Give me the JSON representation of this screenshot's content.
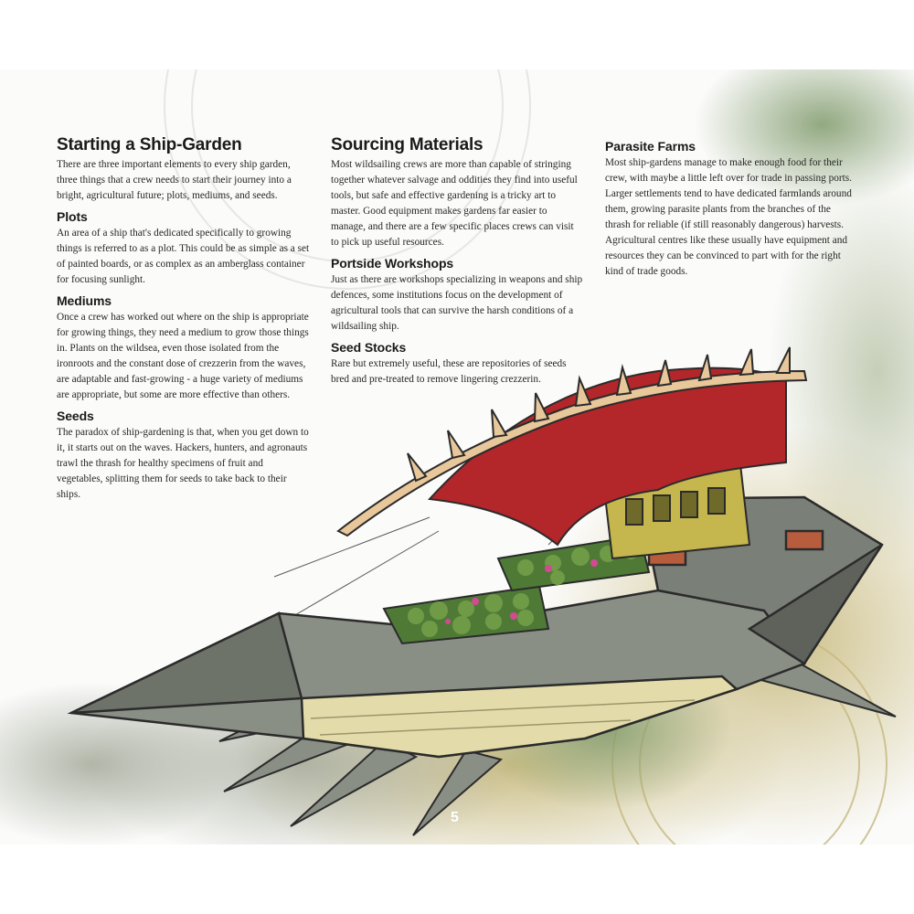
{
  "page_number": "5",
  "left_column": {
    "title": "Starting a Ship-Garden",
    "intro": "There are three important elements to every ship garden, three things that a crew needs to start their journey into a bright, agricultural future; plots, mediums, and seeds.",
    "sections": [
      {
        "heading": "Plots",
        "text": "An area of a ship that's dedicated specifically to growing things is referred to as a plot. This could be as simple as a set of painted boards, or as complex as an amberglass container for focusing sunlight."
      },
      {
        "heading": "Mediums",
        "text": "Once a crew has worked out where on the ship is appropriate for growing things, they need a medium to grow those things in. Plants on the wildsea, even those isolated from the ironroots and the constant dose of crezzerin from the waves, are adaptable and fast-growing - a huge variety of mediums are appropriate, but some are more effective than others."
      },
      {
        "heading": "Seeds",
        "text": "The paradox of ship-gardening is that, when you get down to it, it starts out on the waves. Hackers, hunters, and agronauts trawl the thrash for healthy specimens of fruit and vegetables, splitting them for seeds to take back to their ships."
      }
    ]
  },
  "middle_column": {
    "title": "Sourcing Materials",
    "intro": "Most wildsailing crews are more than capable of stringing together whatever salvage and oddities they find into useful tools, but safe and effective gardening is a tricky art to master. Good equipment makes gardens far easier to manage, and there are a few specific places crews can visit to pick up useful resources.",
    "sections": [
      {
        "heading": "Portside Workshops",
        "text": "Just as there are workshops specializing in weapons and ship defences, some institutions focus on the development of agricultural tools that can survive the harsh conditions of a wildsailing ship."
      },
      {
        "heading": "Seed Stocks",
        "text": "Rare but extremely useful, these are repositories of seeds bred and pre-treated to remove lingering crezzerin."
      }
    ]
  },
  "right_column": {
    "heading": "Parasite Farms",
    "text": "Most ship-gardens manage to make enough food for their crew, with maybe a little left over for trade in passing ports. Larger settlements tend to have dedicated farmlands around them, growing parasite plants from the branches of the thrash for reliable (if still reasonably dangerous) harvests. Agricultural centres like these usually have equipment and resources they can be convinced to part with for the right kind of trade goods."
  },
  "colors": {
    "hull_grey": "#8a8f86",
    "hull_dark": "#5e625b",
    "deck_wood": "#e3dcaa",
    "sail_red": "#b3262a",
    "bone": "#e8c79a",
    "foliage": "#4e7a36",
    "cabin": "#c5b64e"
  }
}
